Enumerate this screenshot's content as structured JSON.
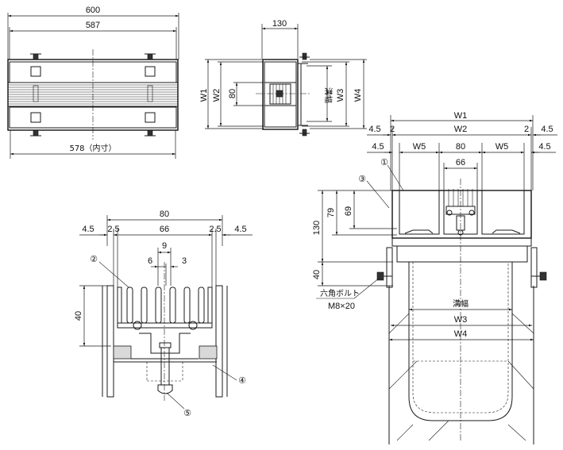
{
  "top_view": {
    "dim_600": "600",
    "dim_587": "587",
    "dim_578": "578（内寸）"
  },
  "side_view": {
    "dim_130": "130",
    "w1": "W1",
    "w2": "W2",
    "d80": "80",
    "groove_width": "溝幅",
    "w3": "W3",
    "w4": "W4"
  },
  "detail_view": {
    "d80": "80",
    "d4_5_left": "4.5",
    "d2_5_left": "2.5",
    "d66": "66",
    "d2_5_right": "2.5",
    "d4_5_right": "4.5",
    "d9": "9",
    "d6": "6",
    "d3": "3",
    "d40": "40",
    "callout_2": "②",
    "callout_4": "④",
    "callout_5": "⑤"
  },
  "section_view": {
    "w1": "W1",
    "w2": "W2",
    "d4_5_tl": "4.5",
    "d2_left": "2",
    "d2_right": "2",
    "d4_5_tr": "4.5",
    "d4_5_ml": "4.5",
    "w5_left": "W5",
    "d80": "80",
    "w5_right": "W5",
    "d4_5_mr": "4.5",
    "d66": "66",
    "d130": "130",
    "d79": "79",
    "d69": "69",
    "d40": "40",
    "callout_1": "①",
    "callout_3": "③",
    "bolt_name": "六角ボルト",
    "bolt_size": "M8×20",
    "groove_width": "溝幅",
    "w3": "W3",
    "w4": "W4"
  }
}
